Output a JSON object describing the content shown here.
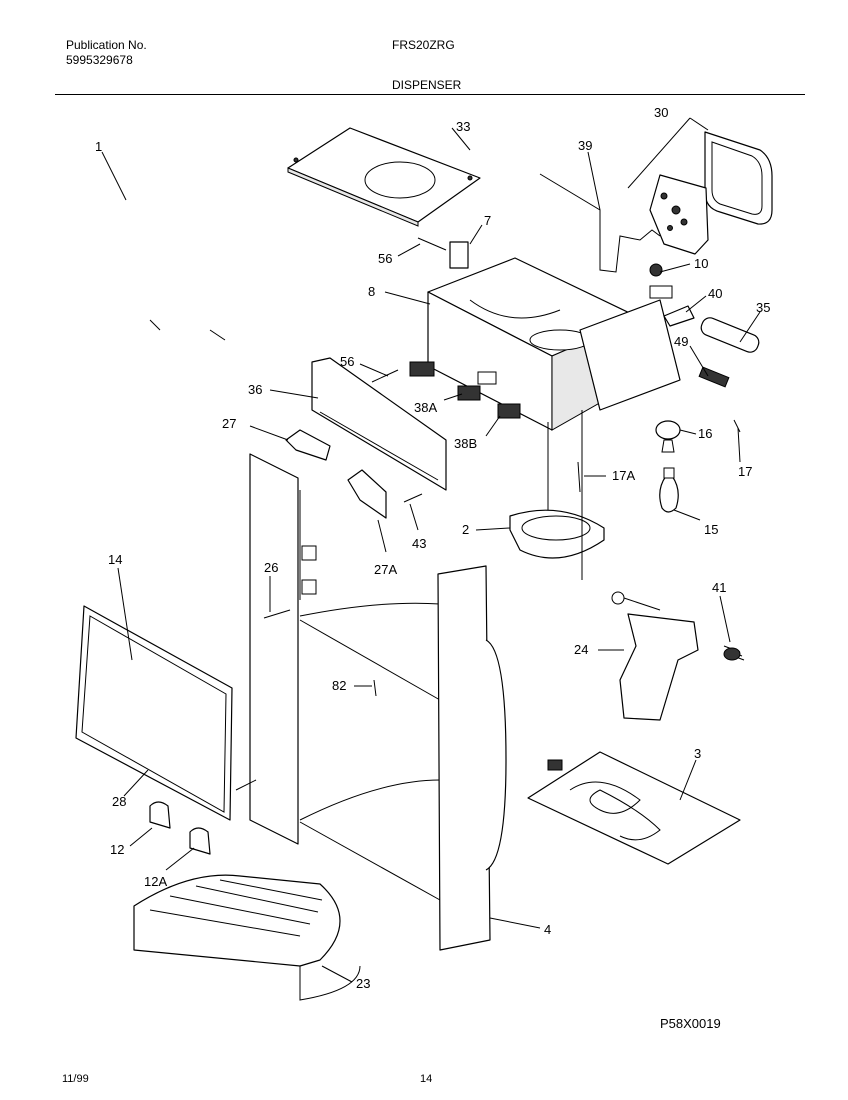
{
  "header": {
    "publication_label": "Publication No.",
    "publication_number": "5995329678",
    "model": "FRS20ZRG",
    "section": "DISPENSER"
  },
  "footer": {
    "reference_code": "P58X0019",
    "date": "11/99",
    "page": "14"
  },
  "callouts": [
    "1",
    "33",
    "7",
    "56",
    "39",
    "30",
    "10",
    "40",
    "35",
    "8",
    "49",
    "56",
    "36",
    "38A",
    "27",
    "38B",
    "16",
    "17A",
    "17",
    "43",
    "2",
    "15",
    "27A",
    "26",
    "14",
    "41",
    "24",
    "82",
    "3",
    "28",
    "12",
    "12A",
    "4",
    "23"
  ]
}
